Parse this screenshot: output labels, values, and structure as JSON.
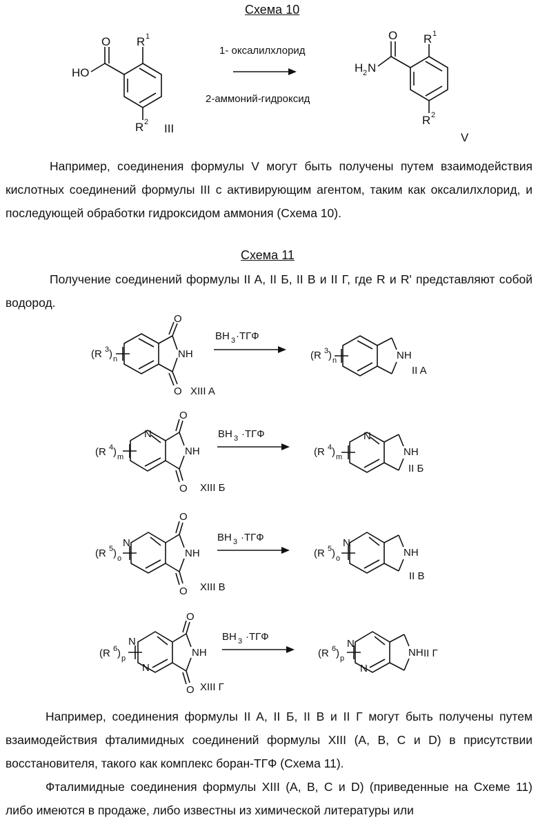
{
  "scheme10": {
    "title": "Схема 10",
    "reagent1": "1- оксалилхлорид",
    "reagent2": "2-аммоний-гидроксид",
    "start_label": "III",
    "product_label": "V",
    "ho": "HO",
    "h2n_h": "H",
    "h2n_2": "2",
    "h2n_n": "N",
    "o": "O",
    "r": "R",
    "r1_sup": "1",
    "r2_sup": "2"
  },
  "para1": "Например, соединения формулы V могут быть получены путем взаимодействия кислотных соединений формулы III с активирующим агентом, таким как оксалилхлорид, и последующей обработки гидроксидом аммония (Схема 10).",
  "scheme11": {
    "title": "Схема 11",
    "intro": "Получение соединений формулы II A, II Б, II B и II Г, где R и R' представляют собой водород.",
    "reagent_b": "BH",
    "reagent_3": "3",
    "reagent_rest": "·ТГФ",
    "nh": "NH",
    "n": "N",
    "o": "O",
    "rows": [
      {
        "start": "XIII A",
        "product": "II A",
        "r_sup": "3",
        "r_sub": "n"
      },
      {
        "start": "XIII Б",
        "product": "II Б",
        "r_sup": "4",
        "r_sub": "m"
      },
      {
        "start": "XIII B",
        "product": "II B",
        "r_sup": "5",
        "r_sub": "o"
      },
      {
        "start": "XIII Г",
        "product": "II Г",
        "r_sup": "6",
        "r_sub": "p"
      }
    ]
  },
  "para2": "Например, соединения формулы II A, II Б, II B и II Г могут быть получены путем взаимодействия фталимидных соединений формулы XIII (A, B, C и D) в присутствии восстановителя, такого как комплекс боран-ТГФ (Схема 11).",
  "para3": "Фталимидные соединения формулы XIII (A, B, C и D) (приведенные на Схеме 11) либо имеются в продаже, либо известны из химической литературы или"
}
